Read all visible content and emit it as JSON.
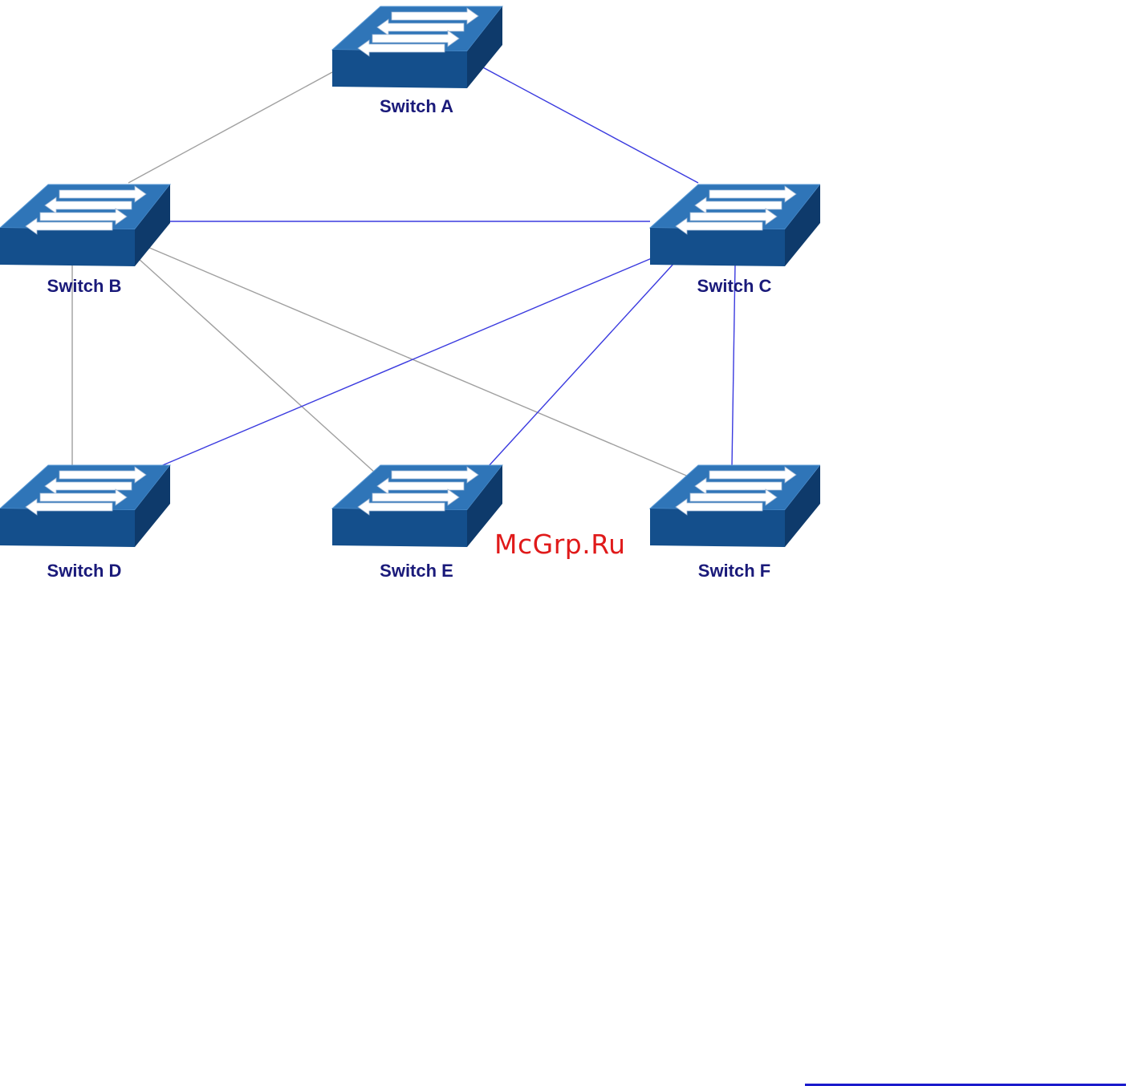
{
  "diagram": {
    "switches": [
      {
        "id": "A",
        "label": "Switch A"
      },
      {
        "id": "B",
        "label": "Switch B"
      },
      {
        "id": "C",
        "label": "Switch C"
      },
      {
        "id": "D",
        "label": "Switch D"
      },
      {
        "id": "E",
        "label": "Switch E"
      },
      {
        "id": "F",
        "label": "Switch F"
      }
    ],
    "links": [
      {
        "from": "A",
        "to": "B",
        "state": "blocked"
      },
      {
        "from": "A",
        "to": "C",
        "state": "forwarding"
      },
      {
        "from": "B",
        "to": "C",
        "state": "forwarding"
      },
      {
        "from": "B",
        "to": "D",
        "state": "blocked"
      },
      {
        "from": "B",
        "to": "E",
        "state": "blocked"
      },
      {
        "from": "B",
        "to": "F",
        "state": "blocked"
      },
      {
        "from": "C",
        "to": "D",
        "state": "forwarding"
      },
      {
        "from": "C",
        "to": "E",
        "state": "forwarding"
      },
      {
        "from": "C",
        "to": "F",
        "state": "forwarding"
      }
    ]
  },
  "colors": {
    "forwarding_link": "#3a3adf",
    "blocked_link": "#a0a0a0",
    "switch_top": "#2f75b8",
    "switch_front": "#144f8c",
    "switch_side": "#0e3a6b",
    "switch_edge": "#5a9ad6",
    "arrow": "#ffffff",
    "label": "#1a1a7a",
    "footer_rule": "#1a1acc"
  },
  "watermark": "McGrp.Ru"
}
